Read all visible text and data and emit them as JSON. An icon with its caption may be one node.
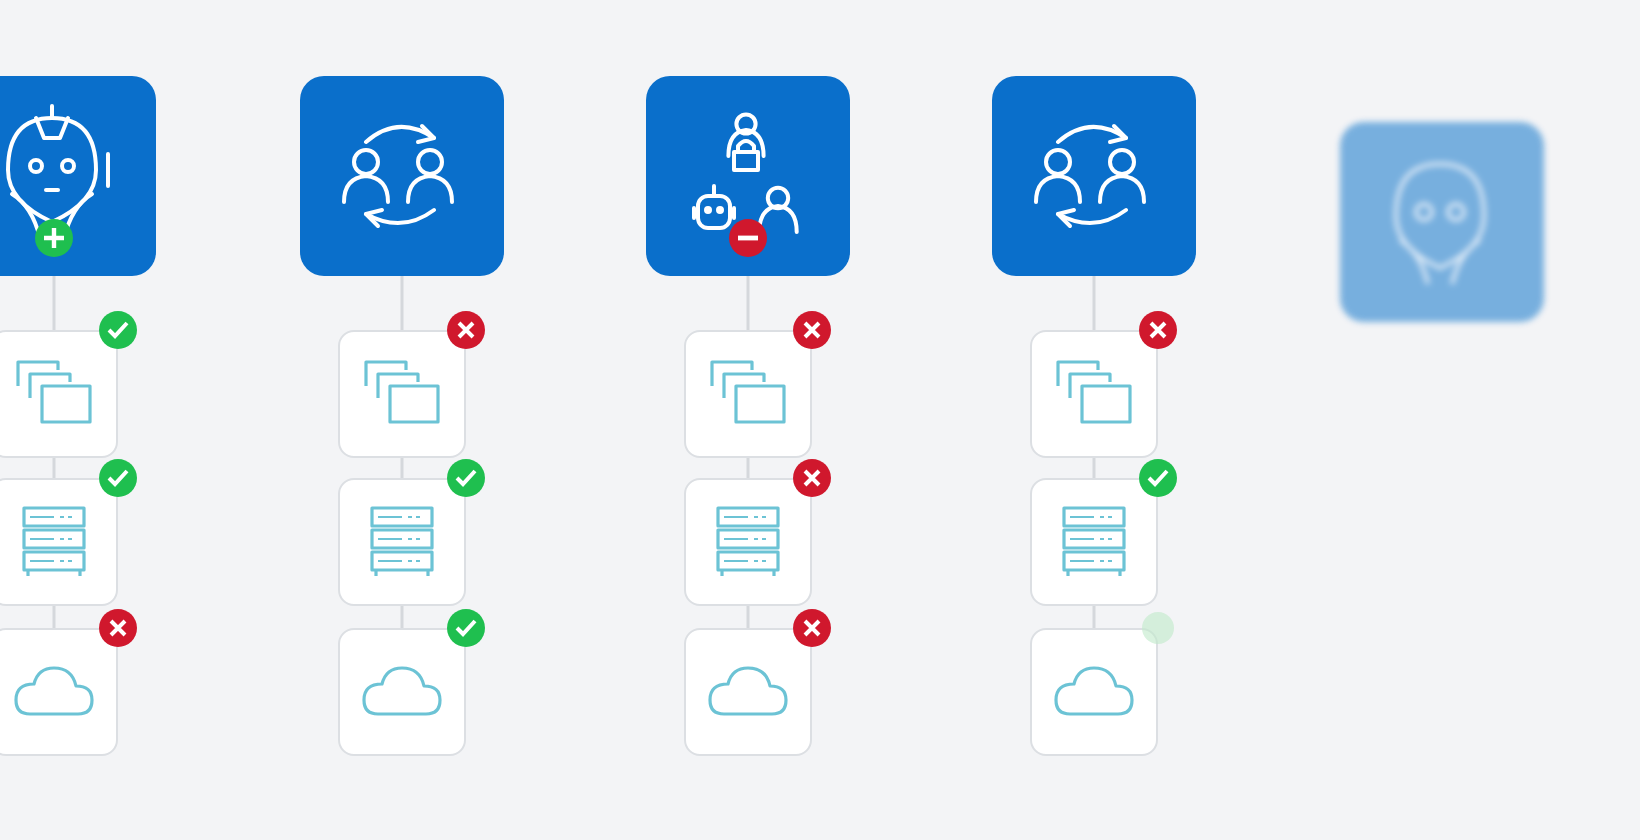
{
  "diagram": {
    "nodes": [
      {
        "text": [],
        "shape": "box"
      },
      {
        "text": [],
        "shape": "box"
      },
      {
        "text": [],
        "shape": "box"
      },
      {
        "text": [],
        "shape": "box"
      },
      {
        "text": [],
        "shape": "box"
      },
      {
        "text": [],
        "shape": "box"
      },
      {
        "text": [],
        "shape": "box"
      },
      {
        "text": [],
        "shape": "box"
      },
      {
        "text": [],
        "shape": "box"
      },
      {
        "text": [],
        "shape": "box"
      },
      {
        "text": [],
        "shape": "box"
      },
      {
        "text": [],
        "shape": "box"
      },
      {
        "text": [],
        "shape": "box"
      },
      {
        "text": [],
        "shape": "box"
      },
      {
        "text": [],
        "shape": "box"
      },
      {
        "text": [],
        "shape": "box"
      },
      {
        "text": [],
        "shape": "box"
      }
    ],
    "edges": [
      {
        "from": 0,
        "to": 5,
        "arrow": "none"
      },
      {
        "from": 5,
        "to": 6,
        "arrow": "none"
      },
      {
        "from": 6,
        "to": 7,
        "arrow": "none"
      },
      {
        "from": 1,
        "to": 8,
        "arrow": "none"
      },
      {
        "from": 8,
        "to": 9,
        "arrow": "none"
      },
      {
        "from": 9,
        "to": 10,
        "arrow": "none"
      },
      {
        "from": 2,
        "to": 11,
        "arrow": "none"
      },
      {
        "from": 11,
        "to": 12,
        "arrow": "none"
      },
      {
        "from": 12,
        "to": 13,
        "arrow": "none"
      },
      {
        "from": 3,
        "to": 14,
        "arrow": "none"
      },
      {
        "from": 14,
        "to": 15,
        "arrow": "none"
      },
      {
        "from": 15,
        "to": 16,
        "arrow": "none"
      }
    ]
  }
}
